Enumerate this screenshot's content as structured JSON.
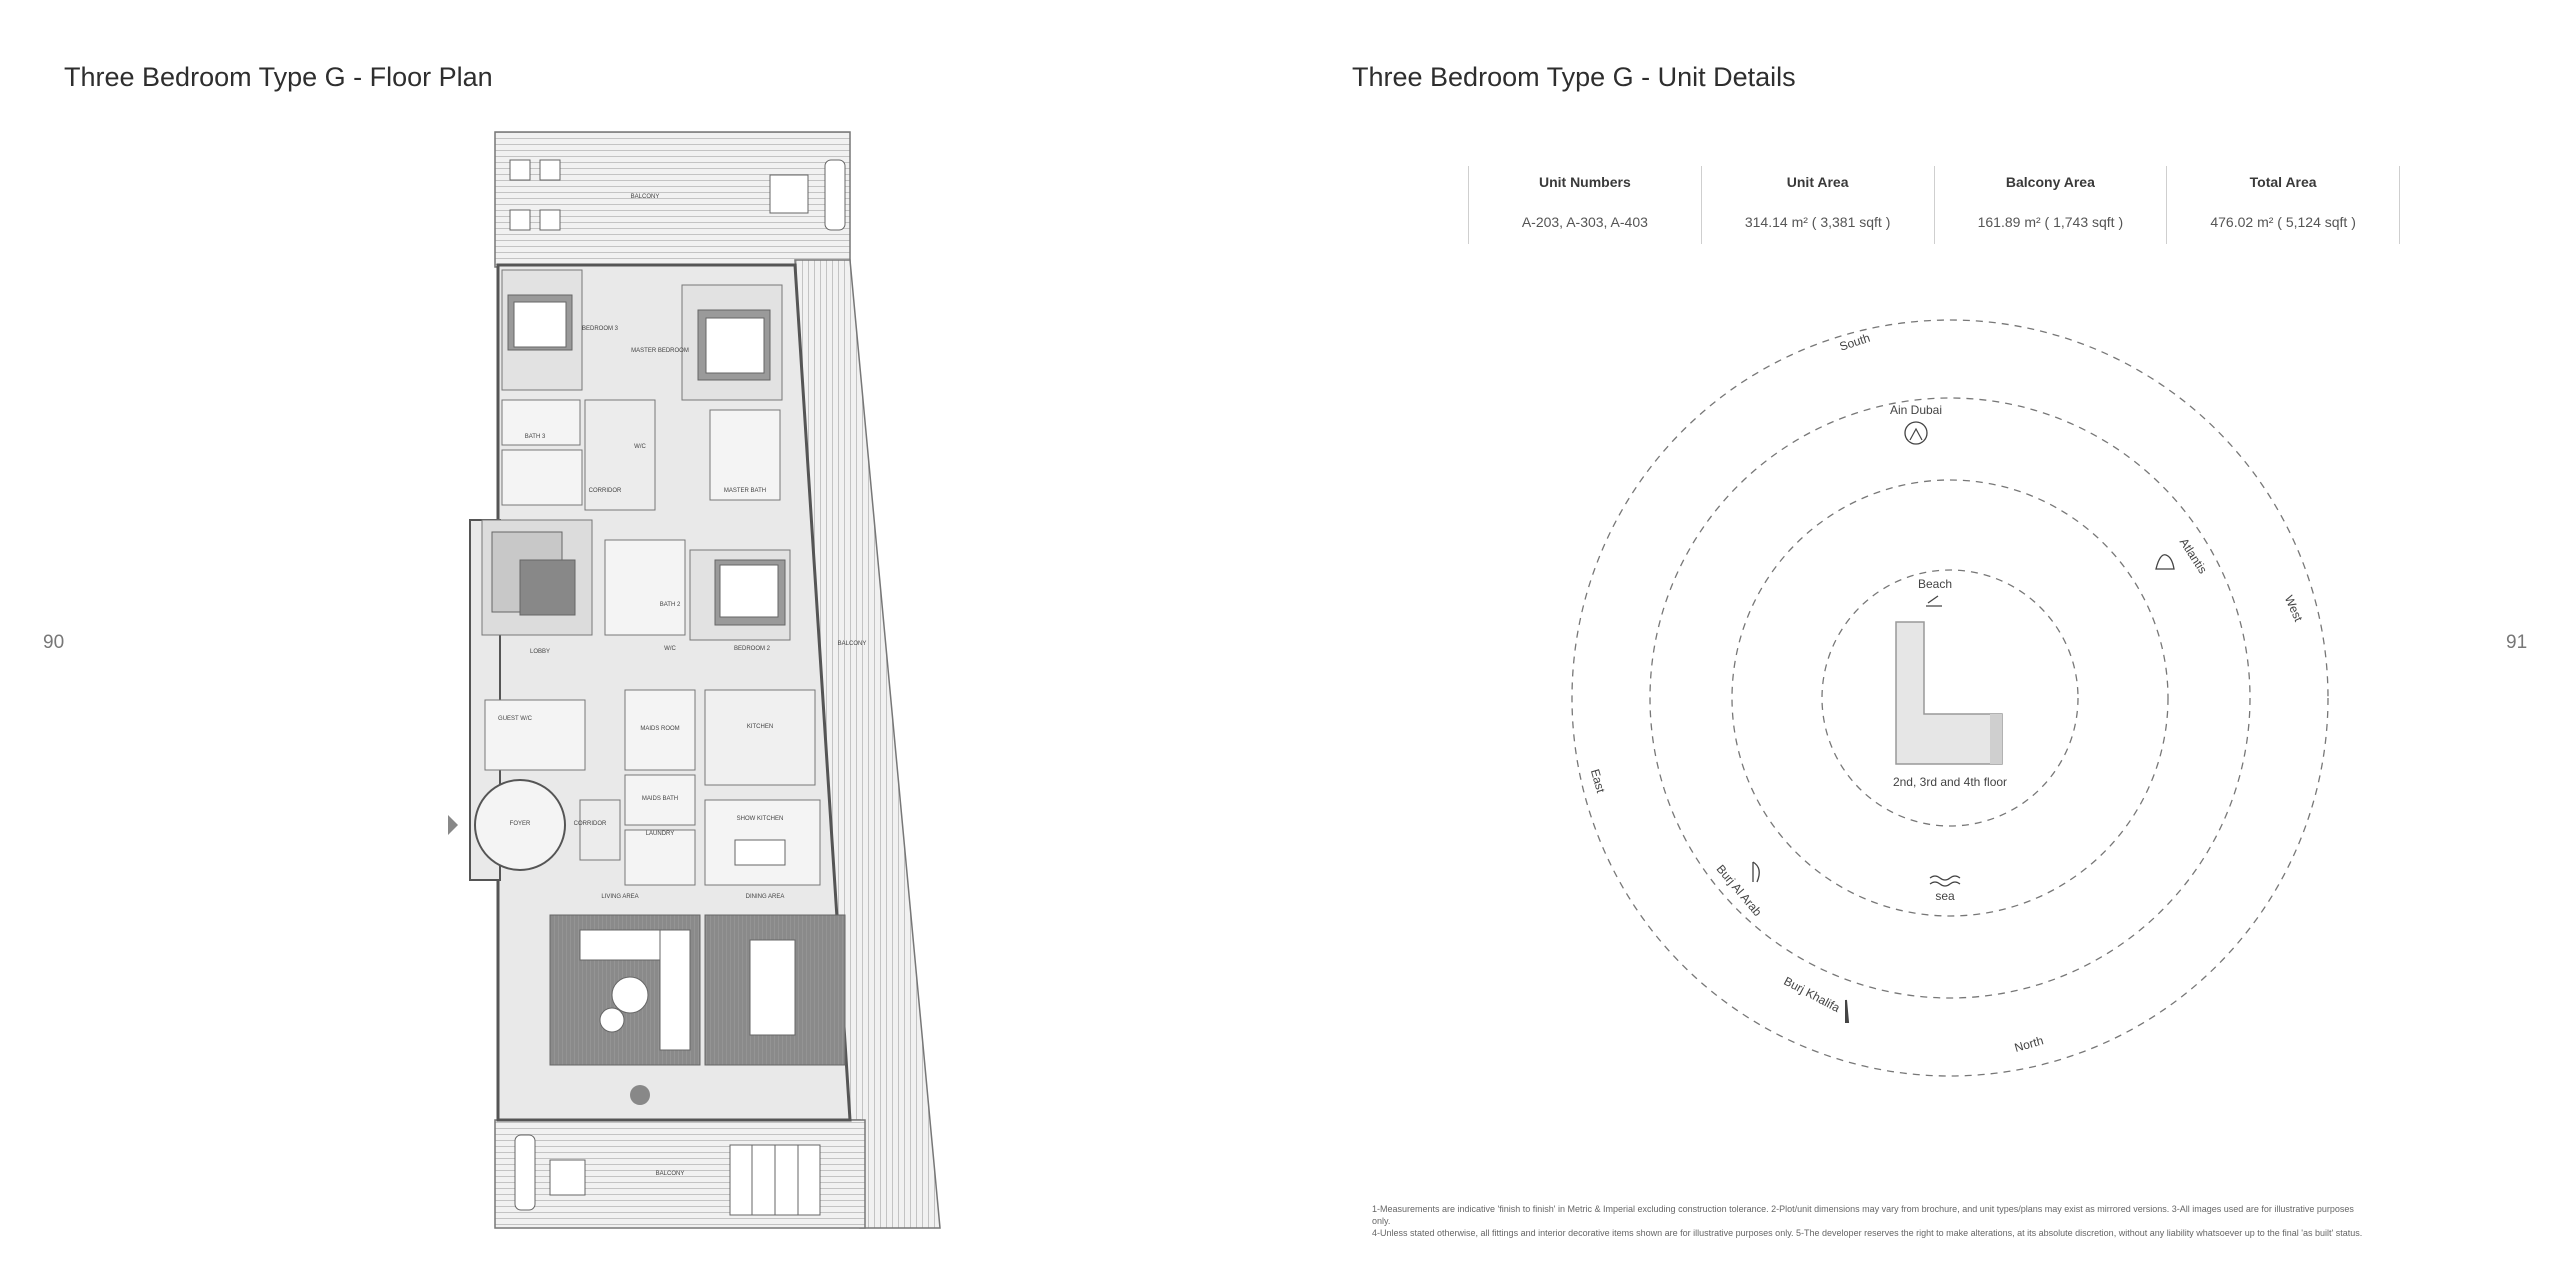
{
  "left_page": {
    "title": "Three Bedroom Type G - Floor Plan",
    "page_number": "90",
    "floor_plan_labels": {
      "balcony_top": "BALCONY",
      "bedroom_3": "BEDROOM 3",
      "master_bedroom": "MASTER BEDROOM",
      "bath_3": "BATH 3",
      "wic_1": "W/C",
      "corridor_1": "CORRIDOR",
      "master_bath": "MASTER BATH",
      "bath_2": "BATH 2",
      "lobby": "LOBBY",
      "wic_2": "W/C",
      "bedroom_2": "BEDROOM 2",
      "balcony_side": "BALCONY",
      "guest_wc": "GUEST W/C",
      "maids_room": "MAIDS ROOM",
      "kitchen": "KITCHEN",
      "maids_bath": "MAIDS BATH",
      "foyer": "FOYER",
      "corridor_2": "CORRIDOR",
      "laundry": "LAUNDRY",
      "show_kitchen": "SHOW KITCHEN",
      "living_area": "LIVING AREA",
      "dining_area": "DINING AREA",
      "balcony_bottom": "BALCONY"
    }
  },
  "right_page": {
    "title": "Three Bedroom Type G - Unit Details",
    "page_number": "91",
    "table": {
      "headers": [
        "Unit Numbers",
        "Unit Area",
        "Balcony Area",
        "Total Area"
      ],
      "values": [
        "A-203, A-303, A-403",
        "314.14 m² ( 3,381 sqft )",
        "161.89 m² ( 1,743 sqft )",
        "476.02 m² ( 5,124 sqft )"
      ]
    },
    "compass": {
      "directions": {
        "south": "South",
        "west": "West",
        "north": "North",
        "east": "East"
      },
      "landmarks": {
        "ain_dubai": "Ain Dubai",
        "atlantis": "Atlantis",
        "beach": "Beach",
        "sea": "sea",
        "burj_al_arab": "Burj Al Arab",
        "burj_khalifa": "Burj Khalifa"
      },
      "floor_label": "2nd, 3rd and 4th floor"
    },
    "footnote_line1": "1-Measurements are indicative 'finish to finish' in Metric & Imperial excluding construction tolerance. 2-Plot/unit dimensions may vary from brochure, and unit types/plans may exist as mirrored versions. 3-All images used are for illustrative purposes only.",
    "footnote_line2": "4-Unless stated otherwise, all fittings and interior decorative items shown are for illustrative purposes only. 5-The developer reserves the right to make alterations, at its absolute discretion, without any liability whatsoever up to the final 'as built' status."
  }
}
